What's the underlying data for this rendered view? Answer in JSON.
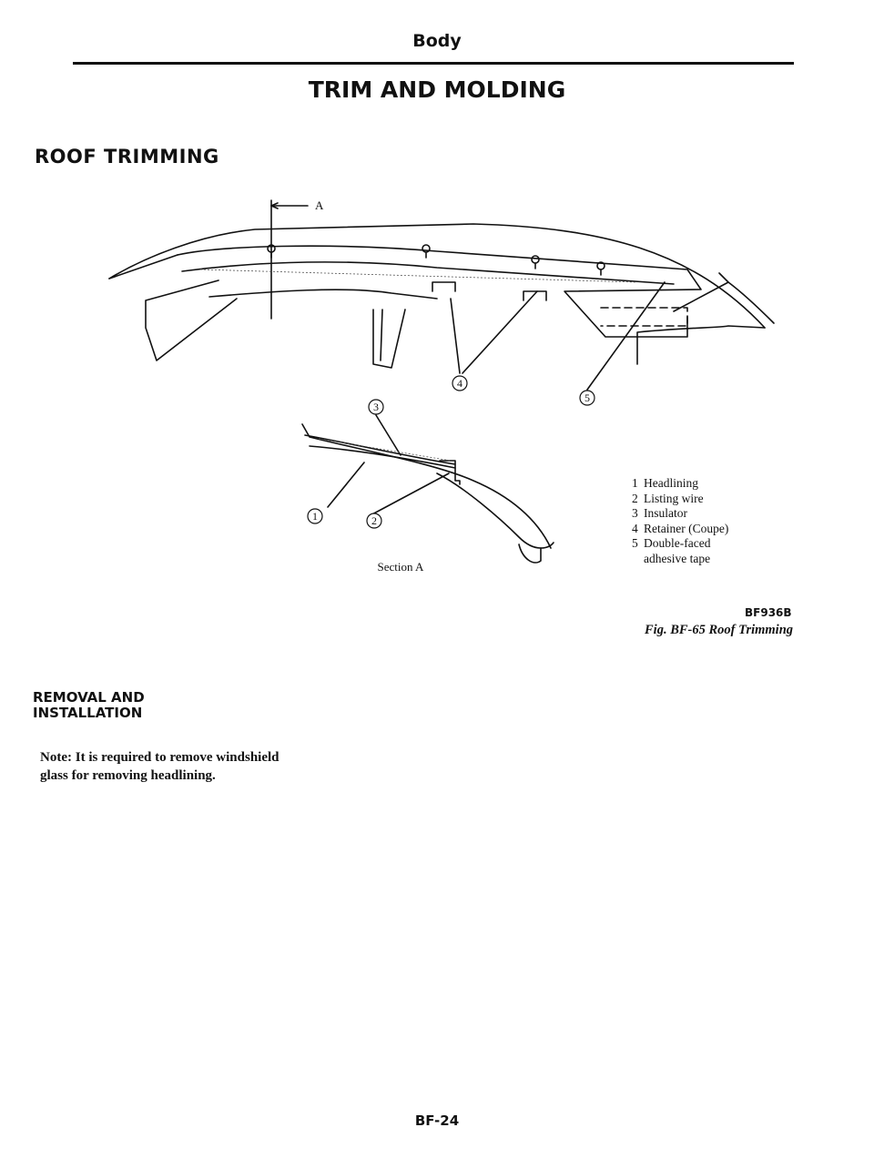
{
  "header": {
    "section": "Body"
  },
  "page": {
    "title": "TRIM AND MOLDING",
    "section_title": "ROOF TRIMMING",
    "page_number": "BF-24"
  },
  "figure": {
    "section_marker": "A",
    "callouts": {
      "c1": "1",
      "c2": "2",
      "c3": "3",
      "c4": "4",
      "c5": "5"
    },
    "section_label": "Section A",
    "legend": [
      {
        "num": "1",
        "text": "Headlining"
      },
      {
        "num": "2",
        "text": "Listing wire"
      },
      {
        "num": "3",
        "text": "Insulator"
      },
      {
        "num": "4",
        "text": "Retainer (Coupe)"
      },
      {
        "num": "5",
        "text": "Double-faced adhesive tape"
      }
    ],
    "code": "BF936B",
    "caption": "Fig. BF-65 Roof Trimming"
  },
  "removal": {
    "title": "REMOVAL AND INSTALLATION",
    "note": "Note: It is required to remove windshield glass for removing headlining."
  }
}
